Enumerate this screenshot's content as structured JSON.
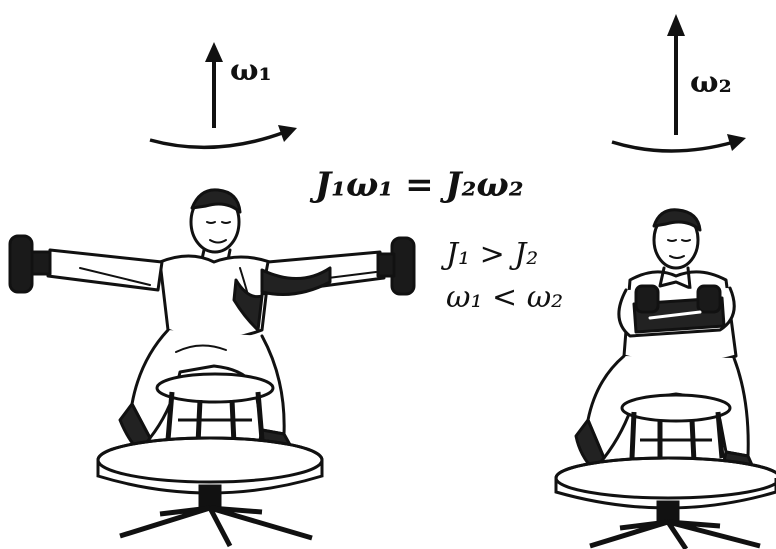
{
  "labels": {
    "omega1": "ω₁",
    "omega2": "ω₂",
    "equation": "J₁ω₁ = J₂ω₂",
    "inequality_moment": "J₁  > J₂",
    "inequality_omega": "ω₁ < ω₂"
  },
  "colors": {
    "ink": "#111111",
    "background": "#ffffff"
  }
}
